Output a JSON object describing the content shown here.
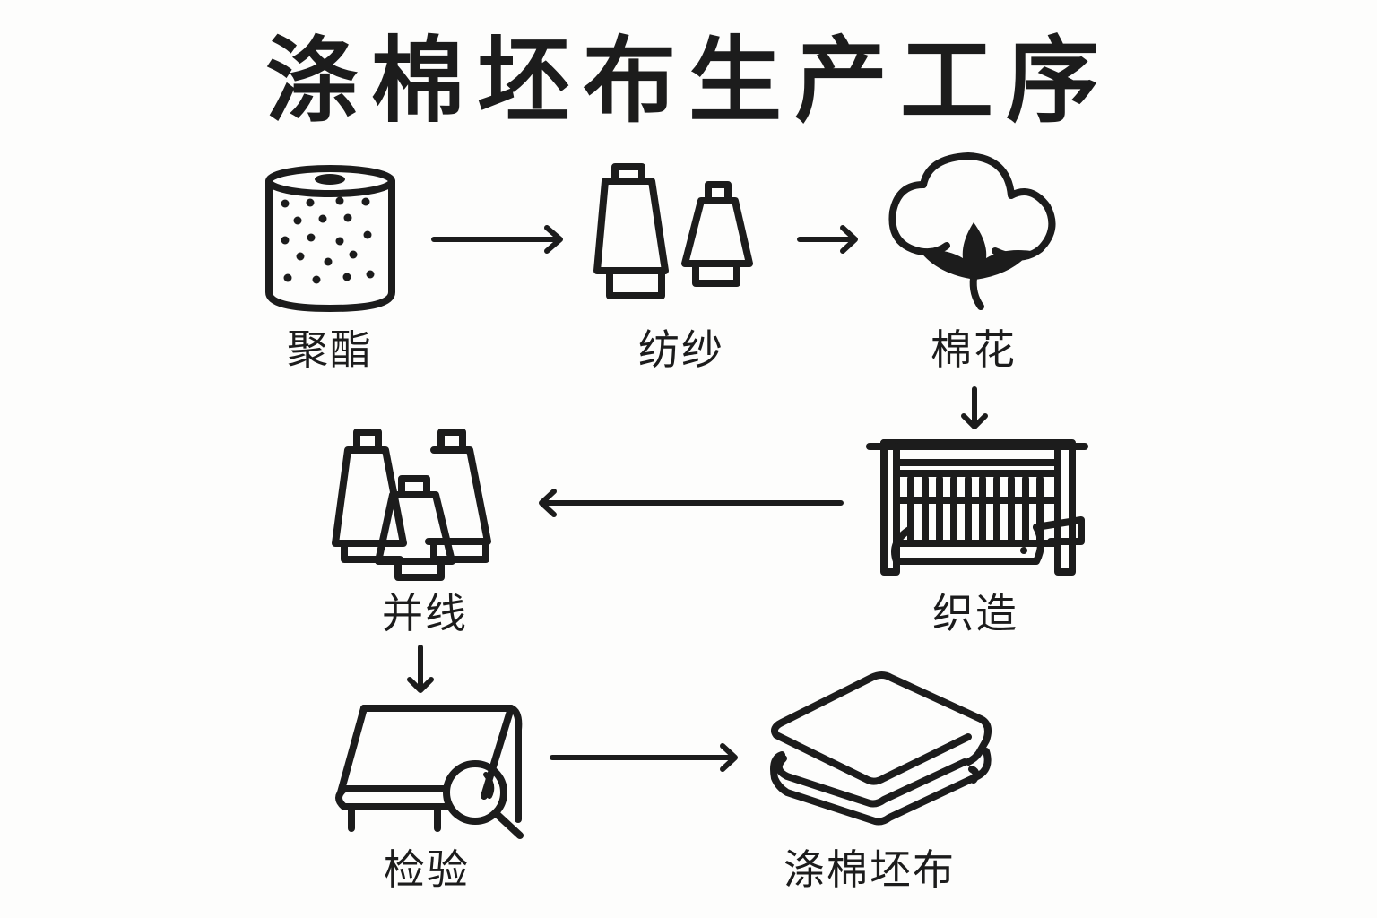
{
  "title": "涤棉坯布生产工序",
  "steps": [
    {
      "id": "polyester",
      "label": "聚酯",
      "icon": "polyester-roll-icon"
    },
    {
      "id": "spinning",
      "label": "纺纱",
      "icon": "yarn-cones-icon"
    },
    {
      "id": "cotton",
      "label": "棉花",
      "icon": "cotton-boll-icon"
    },
    {
      "id": "weaving",
      "label": "织造",
      "icon": "loom-icon"
    },
    {
      "id": "doubling",
      "label": "并线",
      "icon": "three-yarn-cones-icon"
    },
    {
      "id": "inspection",
      "label": "检验",
      "icon": "fabric-inspection-icon"
    },
    {
      "id": "greige",
      "label": "涤棉坯布",
      "icon": "folded-fabric-icon"
    }
  ],
  "flow": [
    {
      "from": "聚酯",
      "to": "纺纱",
      "direction": "right"
    },
    {
      "from": "纺纱",
      "to": "棉花",
      "direction": "right"
    },
    {
      "from": "棉花",
      "to": "织造",
      "direction": "down"
    },
    {
      "from": "织造",
      "to": "并线",
      "direction": "left"
    },
    {
      "from": "并线",
      "to": "检验",
      "direction": "down"
    },
    {
      "from": "检验",
      "to": "涤棉坯布",
      "direction": "right"
    }
  ]
}
